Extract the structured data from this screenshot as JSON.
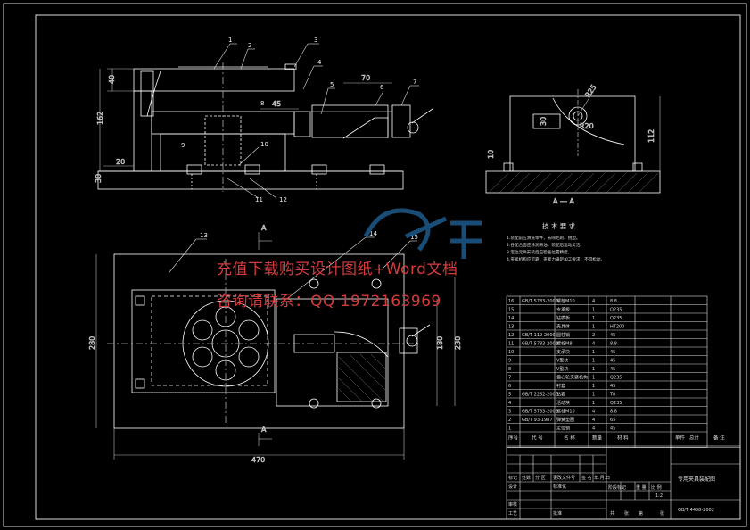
{
  "front_view": {
    "dimensions": {
      "d40": "40",
      "d162": "162",
      "d20": "20",
      "d30": "30",
      "d45": "45",
      "d70": "70"
    },
    "balloons": [
      "1",
      "2",
      "3",
      "4",
      "5",
      "6",
      "7",
      "8",
      "9",
      "10",
      "11",
      "12"
    ]
  },
  "side_view": {
    "dimensions": {
      "d30": "30",
      "r20": "R20",
      "r25": "R25",
      "d112": "112",
      "d10": "10"
    },
    "section_mark": "A — A"
  },
  "plan_view": {
    "dimensions": {
      "d470": "470",
      "d280": "280",
      "d230": "230",
      "d180": "180"
    },
    "balloons": [
      "13",
      "14",
      "15"
    ],
    "arrow_label": "A"
  },
  "technical_requirements": {
    "title": "技 术 要 求",
    "lines": [
      "1.装配前应清洗零件，去除毛刺、锐边。",
      "2.各配合面应涂润滑油，装配后运动灵活。",
      "3.定位元件安装后应检查位置精度。",
      "4.夹紧机构应可靠，夹紧力满足加工要求，不得松动。"
    ]
  },
  "parts_list": {
    "headers": [
      "序号",
      "代 号",
      "名 称",
      "数量",
      "材 料",
      "单件",
      "总计",
      "备 注"
    ],
    "rows": [
      {
        "no": "16",
        "code": "GB/T 5783-2000",
        "name": "螺栓M10",
        "qty": "4",
        "mat": "8.8"
      },
      {
        "no": "15",
        "code": "",
        "name": "支承板",
        "qty": "1",
        "mat": "Q235"
      },
      {
        "no": "14",
        "code": "",
        "name": "钻模板",
        "qty": "1",
        "mat": "Q235"
      },
      {
        "no": "13",
        "code": "",
        "name": "夹具体",
        "qty": "1",
        "mat": "HT200"
      },
      {
        "no": "12",
        "code": "GB/T 119-2000",
        "name": "圆柱销",
        "qty": "2",
        "mat": "45"
      },
      {
        "no": "11",
        "code": "GB/T 5783-2000",
        "name": "螺栓M8",
        "qty": "4",
        "mat": "8.8"
      },
      {
        "no": "10",
        "code": "",
        "name": "支承块",
        "qty": "1",
        "mat": "45"
      },
      {
        "no": "9",
        "code": "",
        "name": "V型块",
        "qty": "1",
        "mat": "45"
      },
      {
        "no": "8",
        "code": "",
        "name": "V型块",
        "qty": "1",
        "mat": "45"
      },
      {
        "no": "7",
        "code": "",
        "name": "偏心轮夹紧机构",
        "qty": "1",
        "mat": "Q235"
      },
      {
        "no": "6",
        "code": "",
        "name": "衬套",
        "qty": "1",
        "mat": "45"
      },
      {
        "no": "5",
        "code": "GB/T 2262-2000",
        "name": "钻套",
        "qty": "1",
        "mat": "T8"
      },
      {
        "no": "4",
        "code": "",
        "name": "活动块",
        "qty": "1",
        "mat": "Q235"
      },
      {
        "no": "3",
        "code": "GB/T 5783-2000",
        "name": "螺栓M10",
        "qty": "4",
        "mat": "8.8"
      },
      {
        "no": "2",
        "code": "GB/T 93-1987",
        "name": "弹簧垫圈",
        "qty": "4",
        "mat": "65"
      },
      {
        "no": "1",
        "code": "",
        "name": "定位销",
        "qty": "4",
        "mat": "45"
      }
    ]
  },
  "title_block": {
    "drawing_name": "专用夹具装配图",
    "drawing_number": "GB/T 4458-2002",
    "scale": "1:2",
    "mark_labels": [
      "标记",
      "处数",
      "分 区",
      "更改文件号",
      "签 名",
      "年.月.日"
    ],
    "role_labels": [
      "设计",
      "审核",
      "工艺",
      "批准"
    ],
    "standard_label": "标准化",
    "stage_label": "阶段标记",
    "weight_label": "重 量",
    "scale_label": "比 例",
    "sheet_labels": [
      "共",
      "张",
      "第",
      "张"
    ]
  },
  "watermark": {
    "line1": "充值下载购买设计图纸+Word文档",
    "line2": "咨询请联系：QQ 1972163969"
  },
  "colors": {
    "background": "#000000",
    "outline": "#ffffff",
    "dimension": "#c8c8c8",
    "watermark_red": "#d43c3c",
    "watermark_blue": "#1d5b8c"
  }
}
